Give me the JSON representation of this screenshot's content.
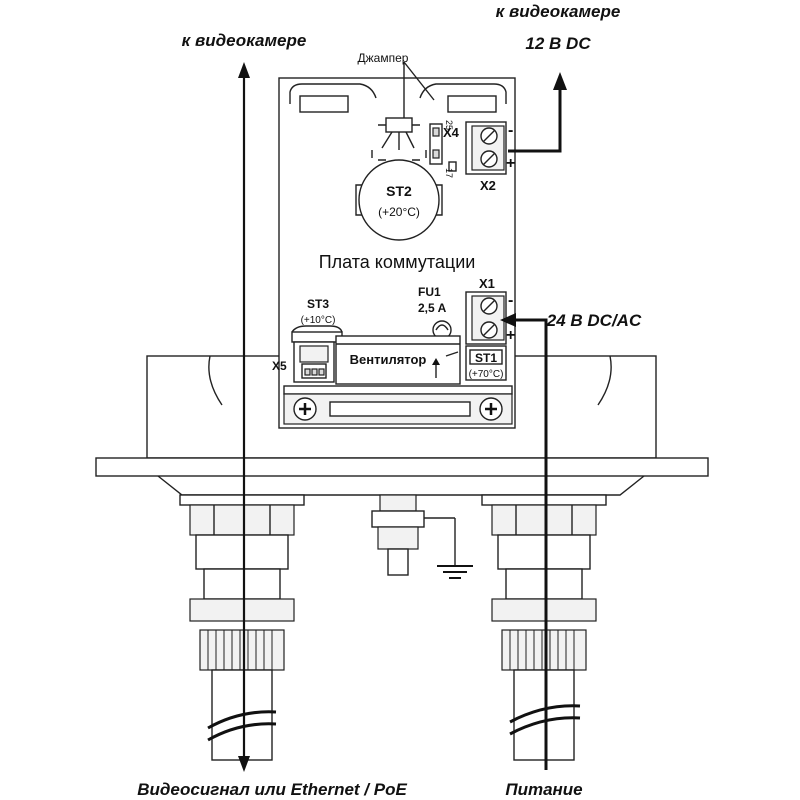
{
  "labels": {
    "to_camera_left": "к видеокамере",
    "to_camera_right": "к видеокамере",
    "dc12": "12 В DC",
    "jumper": "Джампер",
    "x4": "X4",
    "x2": "X2",
    "x1": "X1",
    "x5": "X5",
    "pin25": "25",
    "pin17": "17",
    "st2": "ST2",
    "st2_temp": "(+20°C)",
    "board": "Плата коммутации",
    "st3": "ST3",
    "st3_temp": "(+10°C)",
    "fu1": "FU1",
    "fu1_rating": "2,5 A",
    "fan": "Вентилятор",
    "st1": "ST1",
    "st1_temp": "(+70°C)",
    "ac24": "24 В DC/AC",
    "video": "Видеосигнал или Ethernet / PoE",
    "power": "Питание",
    "minus_top": "-",
    "plus_top": "+",
    "minus_bottom": "-",
    "plus_bottom": "+"
  },
  "icons": {
    "arrow": "arrow-icon",
    "ground": "ground-icon",
    "screw": "screw-icon"
  }
}
